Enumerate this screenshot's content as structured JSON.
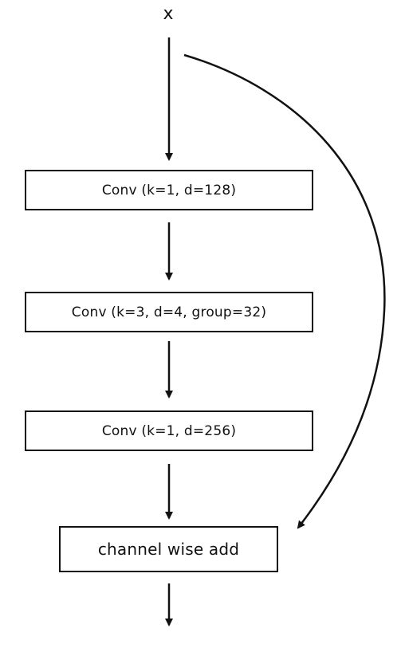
{
  "diagram": {
    "input_label": "x",
    "nodes": [
      {
        "id": "conv1",
        "label": "Conv (k=1, d=128)"
      },
      {
        "id": "conv2",
        "label": "Conv (k=3, d=4, group=32)"
      },
      {
        "id": "conv3",
        "label": "Conv (k=1, d=256)"
      },
      {
        "id": "add",
        "label": "channel wise add"
      }
    ],
    "edges": [
      {
        "from": "input",
        "to": "conv1"
      },
      {
        "from": "conv1",
        "to": "conv2"
      },
      {
        "from": "conv2",
        "to": "conv3"
      },
      {
        "from": "conv3",
        "to": "add"
      },
      {
        "from": "input",
        "to": "add",
        "kind": "skip-connection"
      },
      {
        "from": "add",
        "to": "output"
      }
    ]
  }
}
